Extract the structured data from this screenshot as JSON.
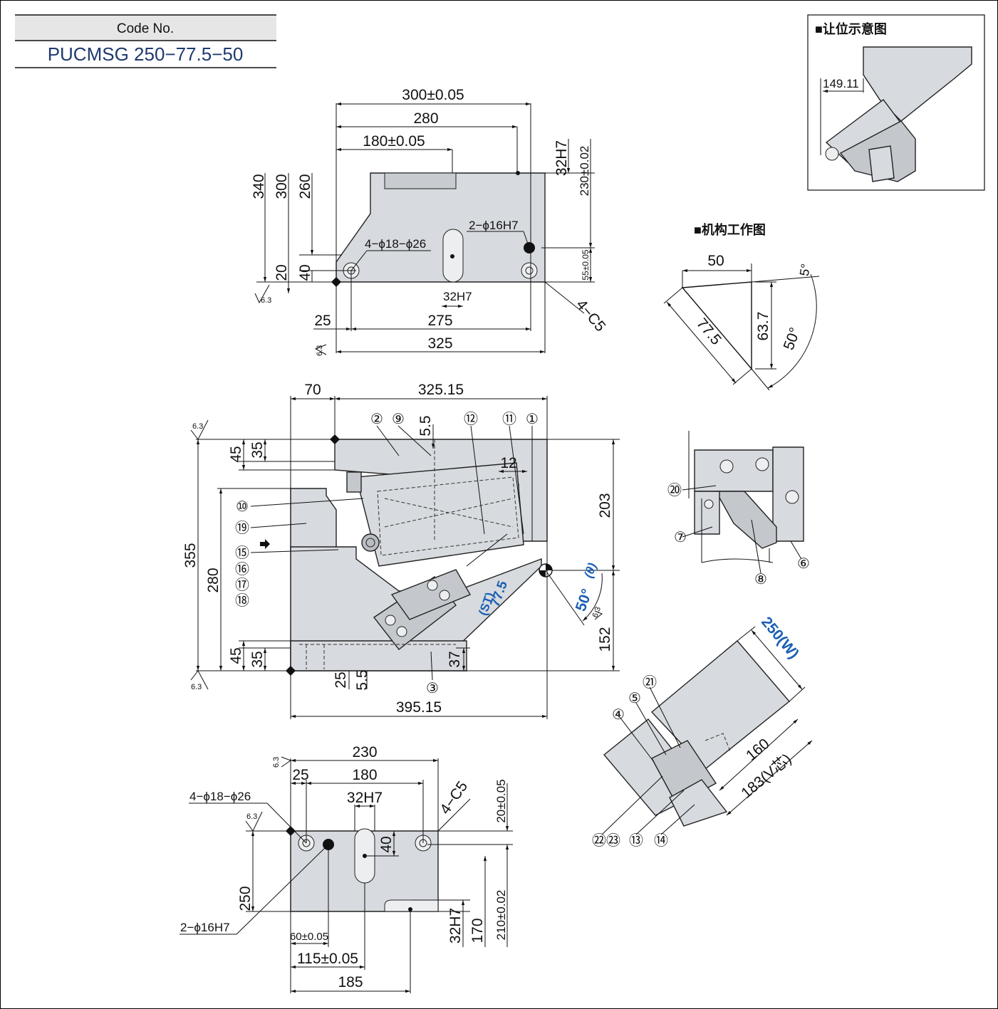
{
  "code_box": {
    "header": "Code No.",
    "value": "PUCMSG 250−77.5−50"
  },
  "top_view": {
    "dims_top": [
      "300±0.05",
      "280",
      "180±0.05"
    ],
    "dims_left": [
      "340",
      "300",
      "260",
      "20",
      "40"
    ],
    "dims_right": [
      "32H7",
      "230±0.02",
      "55±0.05"
    ],
    "dims_bottom": [
      "25",
      "275",
      "325"
    ],
    "notes": [
      "4−ϕ18−ϕ26",
      "2−ϕ16H7",
      "32H7",
      "4−C5"
    ],
    "roughness": [
      "6.3",
      "6.3"
    ]
  },
  "side_view": {
    "dims_top": [
      "70",
      "325.15"
    ],
    "dims_left": [
      "355",
      "280",
      "45",
      "35",
      "45",
      "35"
    ],
    "dims_right": [
      "203",
      "152",
      "37"
    ],
    "dims_bottom": [
      "25",
      "5.5",
      "395.15"
    ],
    "dims_inner": [
      "5.5",
      "12"
    ],
    "angle": "50°",
    "theta": "(θ)",
    "stroke": "77.5",
    "stroke_label": "(ST)",
    "roughness": [
      "6.3",
      "6.3",
      "6.3"
    ],
    "part_numbers_top": [
      "②",
      "⑨",
      "⑫",
      "⑪",
      "①"
    ],
    "part_numbers_left": [
      "⑩",
      "⑲",
      "⑮",
      "⑯",
      "⑰",
      "⑱"
    ],
    "part_number_bottom": "③"
  },
  "bottom_view": {
    "dims_top": [
      "230",
      "25",
      "180",
      "32H7"
    ],
    "dims_left": [
      "250"
    ],
    "dims_right": [
      "20±0.05",
      "40",
      "32H7",
      "170",
      "210±0.02"
    ],
    "dims_bottom": [
      "60±0.05",
      "115±0.05",
      "185"
    ],
    "notes": [
      "4−ϕ18−ϕ26",
      "2−ϕ16H7",
      "4−C5"
    ],
    "roughness": [
      "6.3",
      "6.3"
    ]
  },
  "inset_clearance": {
    "title": "■让位示意图",
    "dim": "149.11"
  },
  "inset_mechanism": {
    "title": "■机构工作图",
    "dims": [
      "50",
      "5°",
      "77.5",
      "63.7",
      "50°"
    ]
  },
  "detail_view": {
    "part_numbers": [
      "⑳",
      "⑦",
      "⑧",
      "⑥"
    ]
  },
  "iso_view": {
    "dims": [
      "250(W)",
      "160",
      "183(V芯)"
    ],
    "part_numbers": [
      "㉑",
      "⑤",
      "④",
      "㉒㉓",
      "⑬",
      "⑭"
    ]
  }
}
